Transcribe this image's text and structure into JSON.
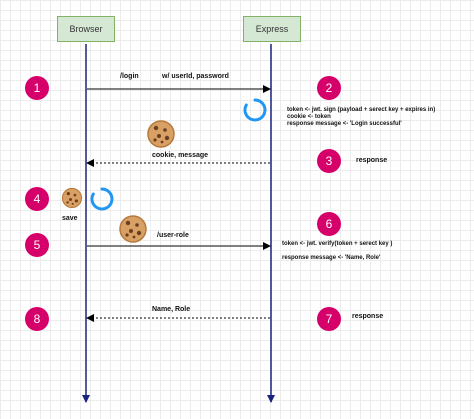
{
  "participants": {
    "browser": "Browser",
    "express": "Express"
  },
  "steps": [
    "1",
    "2",
    "3",
    "4",
    "5",
    "6",
    "7",
    "8"
  ],
  "messages": {
    "login": "/login",
    "login_params": "w/ userId, password",
    "cookie_message": "cookie, message",
    "user_role": "/user-role",
    "name_role": "Name, Role"
  },
  "notes": {
    "token_sign": "token <- jwt. sign (payload + serect key + expires in)",
    "cookie_token": "cookie <- token",
    "login_message": "response message <- 'Login successful'",
    "response_3": "response",
    "save": "save",
    "token_verify": "token <- jwt. verify(token + serect key )",
    "role_message": "response message <- 'Name, Role'",
    "response_7": "response"
  },
  "colors": {
    "participant_fill": "#d5e8d4",
    "participant_border": "#82b366",
    "lifeline": "#1a237e",
    "step_badge": "#d6006b",
    "spinner": "#2196f3",
    "cookie": "#d9a066"
  },
  "icons": [
    "cookie-icon",
    "spinner-icon"
  ]
}
